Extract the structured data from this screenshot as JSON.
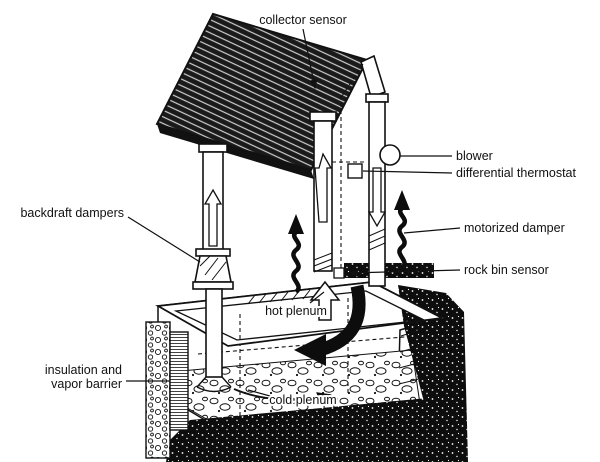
{
  "diagram": {
    "type": "technical-illustration",
    "subject": "solar air collector with rock bin heat storage",
    "colors": {
      "ink": "#111111",
      "paper": "#ffffff"
    },
    "labels": {
      "collector_sensor": "collector sensor",
      "blower": "blower",
      "differential_thermostat": "differential thermostat",
      "backdraft_dampers": "backdraft dampers",
      "motorized_damper": "motorized damper",
      "rock_bin_sensor": "rock bin sensor",
      "hot_plenum": "hot plenum",
      "insulation_line1": "insulation and",
      "insulation_line2": "vapor barrier",
      "cold_plenum": "cold plenum"
    }
  }
}
